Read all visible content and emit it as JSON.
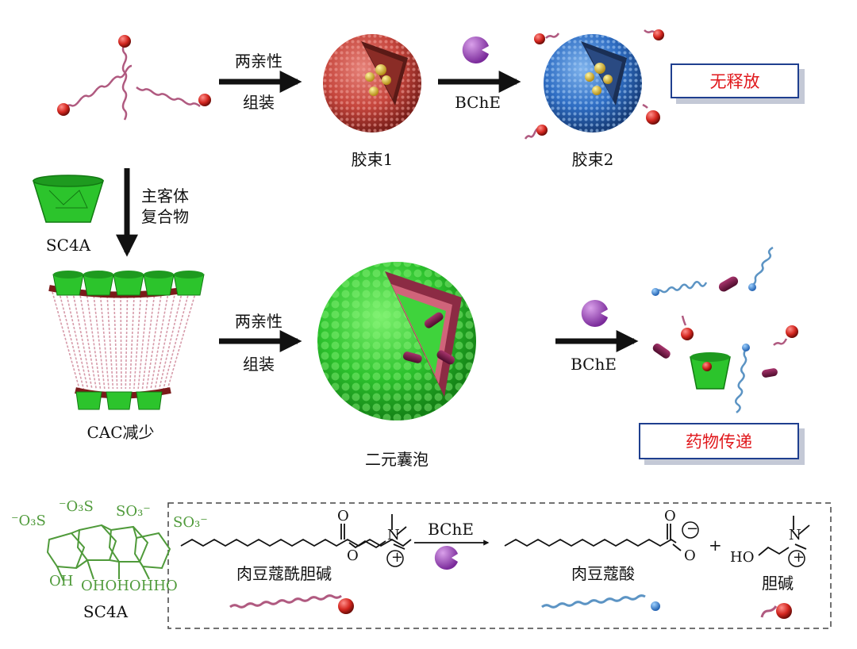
{
  "row1": {
    "arrow1_top": "两亲性",
    "arrow1_bottom": "组装",
    "micelle1": "胶束1",
    "arrow2_bottom": "BChE",
    "micelle2": "胶束2",
    "result_box": "无释放",
    "colors": {
      "red_micelle": "#c9473f",
      "blue_micelle": "#2c6fc2",
      "box_border": "#1f3f8f",
      "box_text": "#e0181c"
    }
  },
  "row2": {
    "down_arrow_line1": "主客体",
    "down_arrow_line2": "复合物",
    "host_label": "SC4A",
    "host_complex_label": "CAC减少",
    "arrow3_top": "两亲性",
    "arrow3_bottom": "组装",
    "vesicle": "二元囊泡",
    "arrow4_bottom": "BChE",
    "result_box": "药物传递",
    "colors": {
      "green": "#27c42c",
      "drug": "#7a1a4a",
      "enzyme": "#9b48b7"
    }
  },
  "bottom": {
    "sc4a_label": "SC4A",
    "so3_1": "⁻O₃S",
    "so3_2": "⁻O₃S",
    "so3_3": "SO₃⁻",
    "so3_4": "SO₃⁻",
    "oh_labels": "OHOHOHHO",
    "oh_first": "OH",
    "reaction_arrow": "BChE",
    "substrate_name": "肉豆蔻酰胆碱",
    "product1_name": "肉豆蔻酸",
    "plus": "+",
    "product2_name": "胆碱",
    "atom_O": "O",
    "atom_N": "N",
    "atom_HO": "HO",
    "charge_minus": "−",
    "charge_plus": "+"
  }
}
